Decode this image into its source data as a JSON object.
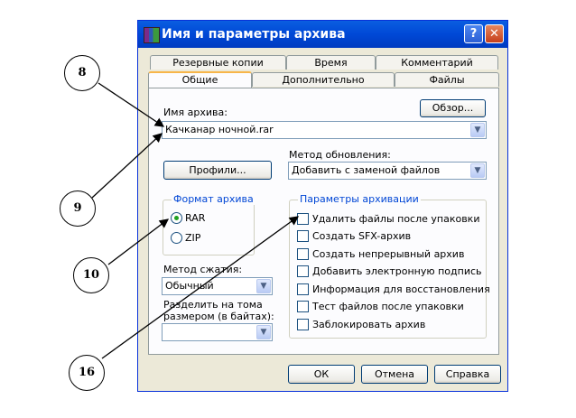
{
  "window": {
    "title": "Имя и параметры архива",
    "help_glyph": "?",
    "close_glyph": "✕"
  },
  "tabs": {
    "row1": [
      "Резервные копии",
      "Время",
      "Комментарий"
    ],
    "row2": [
      "Общие",
      "Дополнительно",
      "Файлы"
    ],
    "active": "Общие"
  },
  "archive_name": {
    "label": "Имя архива:",
    "value": "Качканар ночной.rar",
    "browse_label": "Обзор..."
  },
  "profiles_button": "Профили...",
  "update_method": {
    "label": "Метод обновления:",
    "value": "Добавить с заменой файлов"
  },
  "archive_format": {
    "title": "Формат архива",
    "options": [
      "RAR",
      "ZIP"
    ],
    "selected": "RAR"
  },
  "compression": {
    "label": "Метод сжатия:",
    "value": "Обычный"
  },
  "split": {
    "label_line1": "Разделить на тома",
    "label_line2": "размером (в байтах):",
    "value": ""
  },
  "archive_options": {
    "title": "Параметры архивации",
    "items": [
      "Удалить файлы после упаковки",
      "Создать SFX-архив",
      "Создать непрерывный архив",
      "Добавить электронную подпись",
      "Информация для восстановления",
      "Тест файлов после упаковки",
      "Заблокировать архив"
    ]
  },
  "footer": {
    "ok": "ОК",
    "cancel": "Отмена",
    "help": "Справка"
  },
  "callouts": [
    "8",
    "9",
    "10",
    "16"
  ],
  "combo_arrow_glyph": "▼"
}
